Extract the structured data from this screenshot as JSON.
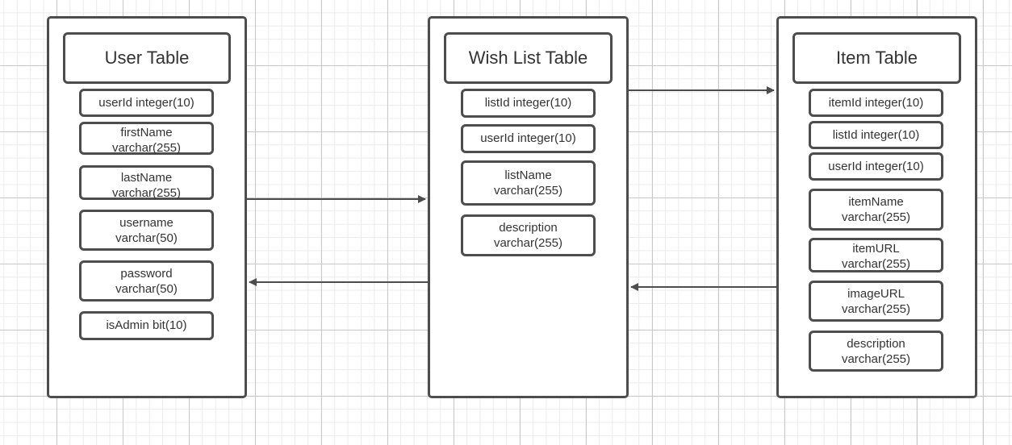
{
  "user_table": {
    "title": "User Table",
    "fields": [
      {
        "name": "userId integer(10)",
        "type": ""
      },
      {
        "name": "firstName",
        "type": "varchar(255)"
      },
      {
        "name": "lastName",
        "type": "varchar(255)"
      },
      {
        "name": "username",
        "type": "varchar(50)"
      },
      {
        "name": "password",
        "type": "varchar(50)"
      },
      {
        "name": "isAdmin bit(10)",
        "type": ""
      }
    ]
  },
  "wish_list_table": {
    "title": "Wish List Table",
    "fields": [
      {
        "name": "listId integer(10)",
        "type": ""
      },
      {
        "name": "userId integer(10)",
        "type": ""
      },
      {
        "name": "listName",
        "type": "varchar(255)"
      },
      {
        "name": "description",
        "type": "varchar(255)"
      }
    ]
  },
  "item_table": {
    "title": "Item Table",
    "fields": [
      {
        "name": "itemId integer(10)",
        "type": ""
      },
      {
        "name": "listId integer(10)",
        "type": ""
      },
      {
        "name": "userId integer(10)",
        "type": ""
      },
      {
        "name": "itemName",
        "type": "varchar(255)"
      },
      {
        "name": "itemURL",
        "type": "varchar(255)"
      },
      {
        "name": "imageURL",
        "type": "varchar(255)"
      },
      {
        "name": "description",
        "type": "varchar(255)"
      }
    ]
  },
  "colors": {
    "line": "#4d4d4d",
    "text": "#333333",
    "grid": "#c8c8c8"
  }
}
